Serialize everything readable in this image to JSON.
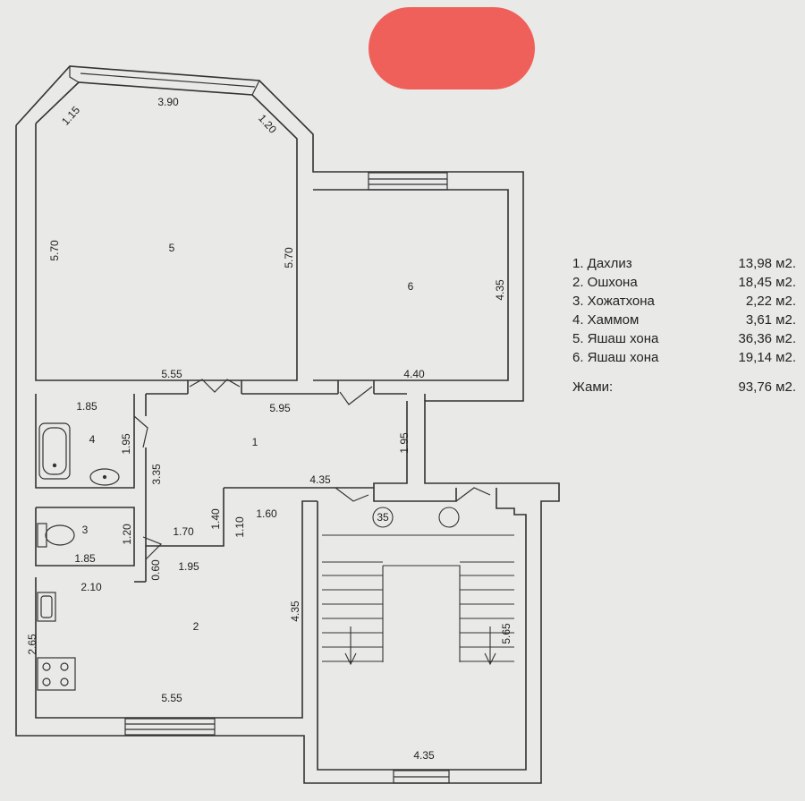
{
  "rooms": [
    {
      "no": "1",
      "name": "Дахлиз",
      "area": "13,98 м2."
    },
    {
      "no": "2",
      "name": "Ошхона",
      "area": "18,45 м2."
    },
    {
      "no": "3",
      "name": "Хожатхона",
      "area": "2,22 м2."
    },
    {
      "no": "4",
      "name": "Хаммом",
      "area": "3,61 м2."
    },
    {
      "no": "5",
      "name": "Яшаш хона",
      "area": "36,36 м2."
    },
    {
      "no": "6",
      "name": "Яшаш хона",
      "area": "19,14 м2."
    }
  ],
  "legend_labels": [
    "1. Дахлиз",
    "2. Ошхона",
    "3. Хожатхона",
    "4. Хаммом",
    "5. Яшаш хона",
    "6. Яшаш хона"
  ],
  "total": {
    "label": "Жами:",
    "value": "93,76 м2."
  },
  "stair_label": "35",
  "dimensions": [
    "3.90",
    "1.15",
    "1.20",
    "5.70",
    "5.70",
    "5.55",
    "4.35",
    "4.40",
    "5.95",
    "1.85",
    "1.95",
    "1.95",
    "3.35",
    "4.35",
    "1.40",
    "1.60",
    "1.10",
    "1.20",
    "1.70",
    "1.85",
    "0.60",
    "1.95",
    "2.10",
    "4.35",
    "2.65",
    "5.55",
    "5.65",
    "4.35"
  ]
}
